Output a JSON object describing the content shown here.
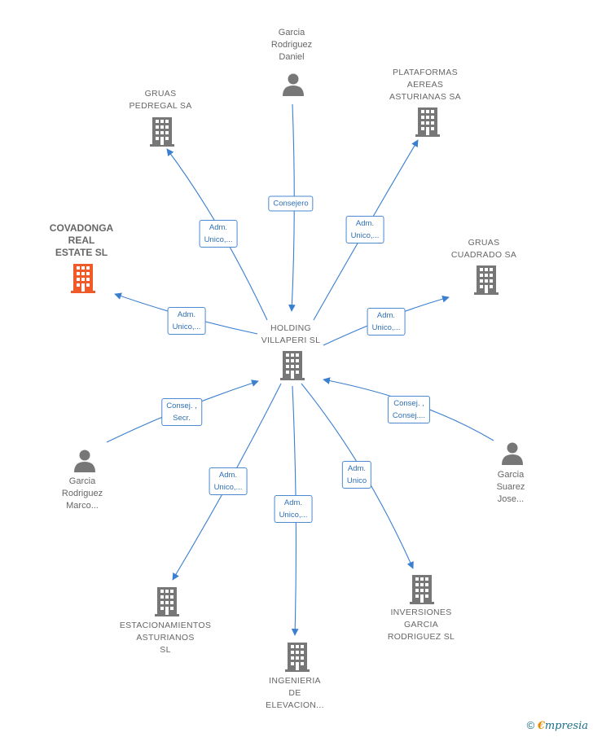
{
  "nodes": {
    "garcia_daniel": {
      "lines": [
        "Garcia",
        "Rodriguez",
        "Daniel"
      ],
      "kind": "person"
    },
    "gruas_pedregal": {
      "lines": [
        "GRUAS",
        "PEDREGAL SA"
      ],
      "kind": "company"
    },
    "plataformas": {
      "lines": [
        "PLATAFORMAS",
        "AEREAS",
        "ASTURIANAS SA"
      ],
      "kind": "company"
    },
    "covadonga": {
      "lines": [
        "COVADONGA",
        "REAL",
        "ESTATE  SL"
      ],
      "kind": "company-highlight"
    },
    "gruas_cuadrado": {
      "lines": [
        "GRUAS",
        "CUADRADO SA"
      ],
      "kind": "company"
    },
    "holding": {
      "lines": [
        "HOLDING",
        "VILLAPERI  SL"
      ],
      "kind": "company"
    },
    "garcia_marco": {
      "lines": [
        "Garcia",
        "Rodriguez",
        "Marco..."
      ],
      "kind": "person"
    },
    "garcia_jose": {
      "lines": [
        "Garcia",
        "Suarez",
        "Jose..."
      ],
      "kind": "person"
    },
    "estacionamientos": {
      "lines": [
        "ESTACIONAMIENTOS",
        "ASTURIANOS",
        "SL"
      ],
      "kind": "company"
    },
    "inversiones": {
      "lines": [
        "INVERSIONES",
        "GARCIA",
        "RODRIGUEZ SL"
      ],
      "kind": "company"
    },
    "ingenieria": {
      "lines": [
        "INGENIERIA",
        "DE",
        "ELEVACION..."
      ],
      "kind": "company"
    }
  },
  "edges": {
    "consejero": {
      "lines": [
        "Consejero"
      ]
    },
    "adm_pedregal": {
      "lines": [
        "Adm.",
        "Unico,..."
      ]
    },
    "adm_plataformas": {
      "lines": [
        "Adm.",
        "Unico,..."
      ]
    },
    "adm_covadonga": {
      "lines": [
        "Adm.",
        "Unico,..."
      ]
    },
    "adm_cuadrado": {
      "lines": [
        "Adm.",
        "Unico,..."
      ]
    },
    "consej_secr": {
      "lines": [
        "Consej. ,",
        "Secr."
      ]
    },
    "consej_consej": {
      "lines": [
        "Consej. ,",
        "Consej...."
      ]
    },
    "adm_estacionamientos": {
      "lines": [
        "Adm.",
        "Unico,..."
      ]
    },
    "adm_unico_inversiones": {
      "lines": [
        "Adm.",
        "Unico"
      ]
    },
    "adm_ingenieria": {
      "lines": [
        "Adm.",
        "Unico,..."
      ]
    }
  },
  "footer": {
    "copyright": "©",
    "brand_first": "€",
    "brand_rest": "mpresia"
  },
  "colors": {
    "edge": "#3a7fd0",
    "icon": "#777777",
    "highlight": "#f05a28",
    "edge_text": "#2f6fb5"
  }
}
